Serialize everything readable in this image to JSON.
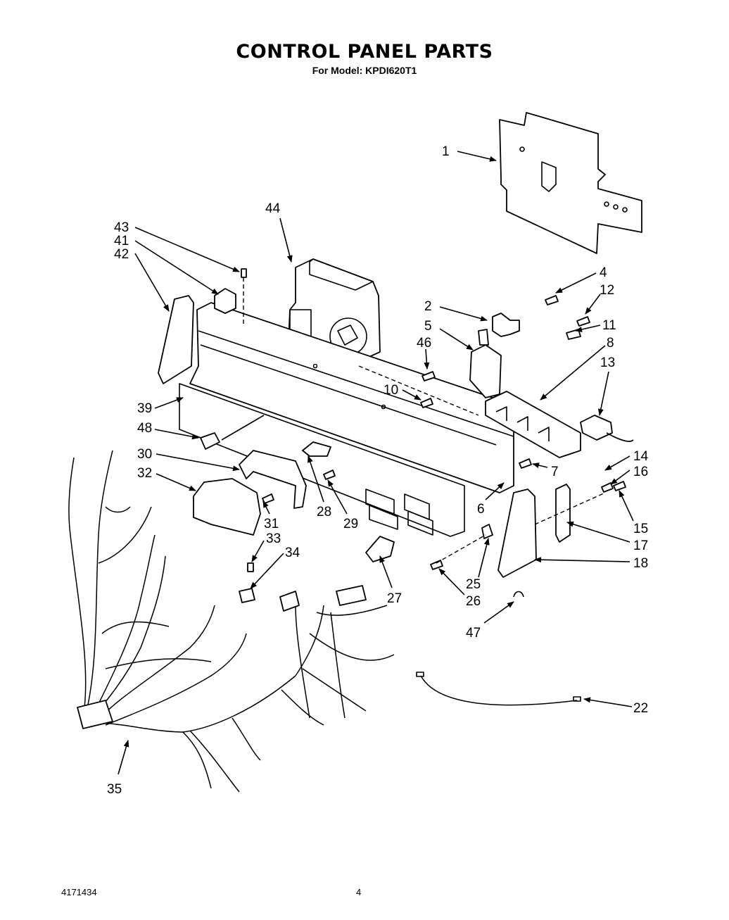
{
  "header": {
    "title": "CONTROL PANEL PARTS",
    "subtitle": "For Model: KPDI620T1"
  },
  "footer": {
    "doc_number": "4171434",
    "page_number": "4"
  },
  "callouts": [
    "1",
    "2",
    "4",
    "12",
    "11",
    "5",
    "46",
    "8",
    "13",
    "10",
    "44",
    "43",
    "41",
    "42",
    "39",
    "48",
    "30",
    "32",
    "31",
    "33",
    "34",
    "28",
    "29",
    "27",
    "7",
    "6",
    "14",
    "16",
    "15",
    "17",
    "18",
    "25",
    "26",
    "47",
    "22",
    "35"
  ]
}
